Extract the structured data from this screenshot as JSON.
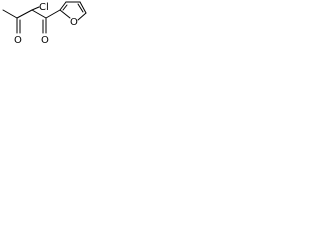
{
  "structure": {
    "atoms": {
      "chlorine": "Cl",
      "ketone_oxygen_left": "O",
      "ketone_oxygen_right": "O",
      "furan_oxygen": "O"
    },
    "colors": {
      "background": "#ffffff",
      "ink": "#000000"
    }
  }
}
